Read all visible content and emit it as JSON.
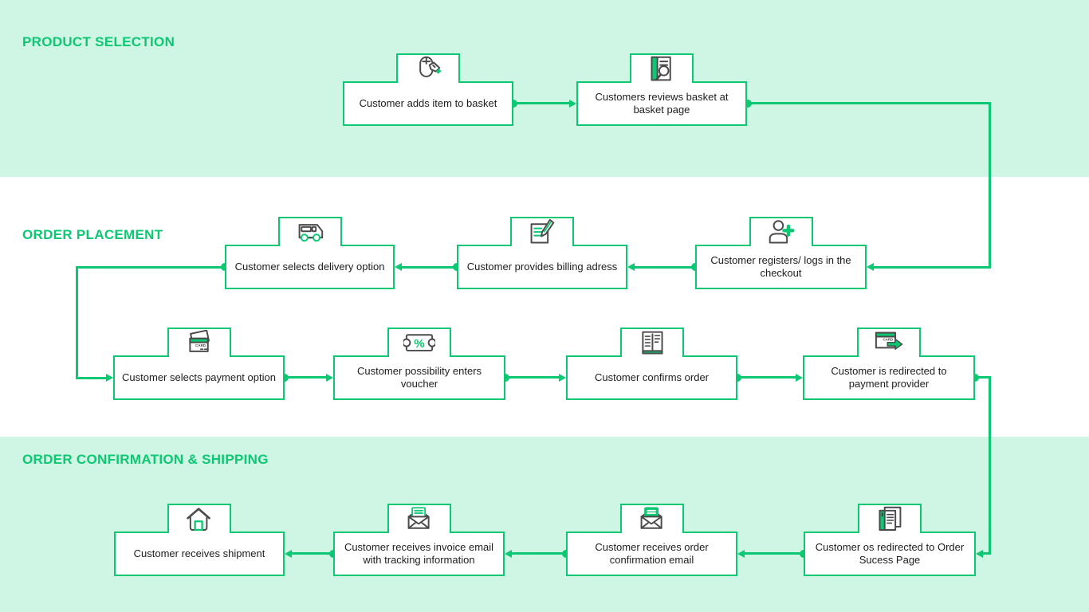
{
  "colors": {
    "accent": "#0cc873",
    "section_band_bg": "#cff6e4",
    "middle_band_bg": "#ffffff",
    "label_text": "#1d1d1d",
    "icon_stroke": "#4b4b4b",
    "box_bg": "#ffffff"
  },
  "sections": [
    {
      "title": "PRODUCT SELECTION",
      "steps": [
        {
          "label": "Customer adds item to basket",
          "icon": "mouse-click-icon"
        },
        {
          "label": "Customers reviews basket at basket page",
          "icon": "basket-review-icon"
        }
      ]
    },
    {
      "title": "ORDER PLACEMENT",
      "steps": [
        {
          "label": "Customer selects delivery option",
          "icon": "delivery-truck-icon"
        },
        {
          "label": "Customer provides billing adress",
          "icon": "billing-form-icon"
        },
        {
          "label": "Customer registers/ logs in the checkout",
          "icon": "user-add-icon"
        },
        {
          "label": "Customer selects payment option",
          "icon": "payment-cards-icon"
        },
        {
          "label": "Customer possibility enters voucher",
          "icon": "voucher-percent-icon"
        },
        {
          "label": "Customer confirms order",
          "icon": "order-summary-icon"
        },
        {
          "label": "Customer is redirected to payment provider",
          "icon": "card-redirect-icon"
        }
      ]
    },
    {
      "title": "ORDER CONFIRMATION & SHIPPING",
      "steps": [
        {
          "label": "Customer receives shipment",
          "icon": "home-delivery-icon"
        },
        {
          "label": "Customer receives invoice email with tracking information",
          "icon": "invoice-email-icon"
        },
        {
          "label": "Customer receives order confirmation email",
          "icon": "confirmation-email-icon"
        },
        {
          "label": "Customer os redirected to Order Sucess Page",
          "icon": "success-page-icon"
        }
      ]
    }
  ],
  "journey_order": [
    "Customer adds item to basket",
    "Customers reviews basket at basket page",
    "Customer registers/ logs in the checkout",
    "Customer provides billing adress",
    "Customer selects delivery option",
    "Customer selects payment option",
    "Customer possibility enters voucher",
    "Customer confirms order",
    "Customer is redirected to payment provider",
    "Customer os redirected to Order Sucess Page",
    "Customer receives order confirmation email",
    "Customer receives invoice email with tracking information",
    "Customer receives shipment"
  ]
}
